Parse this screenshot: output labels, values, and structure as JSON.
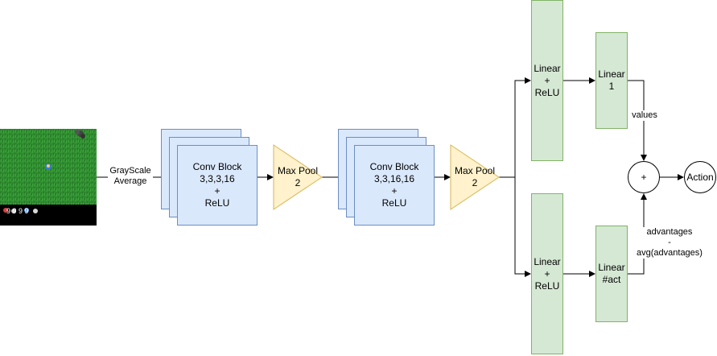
{
  "input_image": {
    "icon": "game-screenshot-thumbnail",
    "hud_text": "9 9 9 9",
    "colors": {
      "grass": "#2e8b2e",
      "hud": "#000000"
    }
  },
  "preprocess": {
    "label": "GrayScale\nAverage"
  },
  "conv1": {
    "label": "Conv Block\n3,3,3,16\n+\nReLU"
  },
  "pool1": {
    "label": "Max Pool\n2"
  },
  "conv2": {
    "label": "Conv Block\n3,3,16,16\n+\nReLU"
  },
  "pool2": {
    "label": "Max Pool\n2"
  },
  "linear_top": {
    "label": "Linear\n+\nReLU"
  },
  "linear_bottom": {
    "label": "Linear\n+\nReLU"
  },
  "linear_values": {
    "label": "Linear\n1"
  },
  "linear_act": {
    "label": "Linear\n#act"
  },
  "values_edge": {
    "label": "values"
  },
  "advantages_edge": {
    "label": "advantages\n-\navg(advantages)"
  },
  "sum_node": {
    "label": "+"
  },
  "action_node": {
    "label": "Action"
  },
  "colors": {
    "conv_fill": "#dae8fc",
    "conv_stroke": "#6c8ebf",
    "pool_fill": "#fff2cc",
    "pool_stroke": "#d6b656",
    "linear_fill": "#d5e8d4",
    "linear_stroke": "#82b366"
  }
}
